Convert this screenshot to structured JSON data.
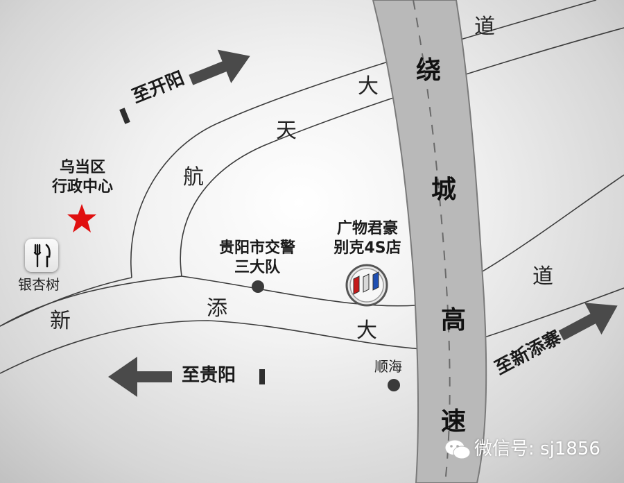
{
  "roads": {
    "hangtian_dadao": [
      "航",
      "天",
      "大",
      "道"
    ],
    "xintian_dadao": [
      "新",
      "添",
      "大",
      "道"
    ],
    "raocheng_gaosu": [
      "绕",
      "城",
      "高",
      "速"
    ]
  },
  "pois": {
    "district_gov": {
      "line1": "乌当区",
      "line2": "行政中心",
      "marker": "star-icon",
      "color": "#e01010"
    },
    "restaurant": {
      "label": "银杏树",
      "icon": "fork-knife-icon"
    },
    "traffic_police": {
      "line1": "贵阳市交警",
      "line2": "三大队"
    },
    "dealer": {
      "line1": "广物君豪",
      "line2": "别克4S店",
      "logo": "buick-logo-icon"
    },
    "shunhai": {
      "label": "顺海"
    }
  },
  "directions": {
    "kaiyang": "至开阳",
    "guiyang": "至贵阳",
    "xintianzhai": "至新添寨"
  },
  "watermark": {
    "text": "微信号: sj1856",
    "icon": "wechat-icon"
  },
  "colors": {
    "highway": "#b9b9b9",
    "highway_edge": "#7a7a7a",
    "road_line": "#444444",
    "arrow": "#4a4a4a",
    "star": "#e01010"
  }
}
